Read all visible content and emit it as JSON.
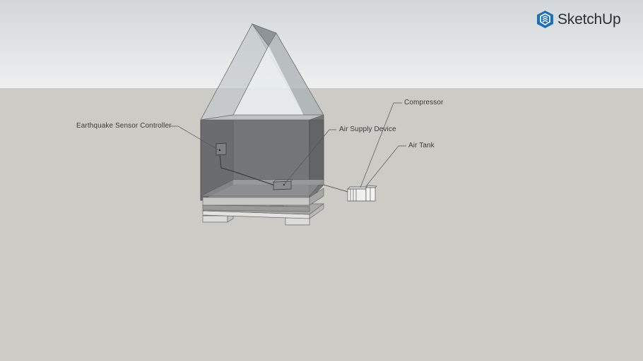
{
  "app": {
    "brand": "SketchUp",
    "brand_icon": "sketchup-logo-icon",
    "brand_color": "#1d6fb8"
  },
  "scene": {
    "sky_color_top": "#d3d7da",
    "sky_color_horizon": "#eef0f0",
    "ground_color": "#cccbc6",
    "model": "house-on-pallet-cutaway"
  },
  "annotations": [
    {
      "id": "earthquake-sensor-controller",
      "text": "Earthquake Sensor Controller"
    },
    {
      "id": "air-supply-device",
      "text": "Air Supply Device"
    },
    {
      "id": "compressor",
      "text": "Compressor"
    },
    {
      "id": "air-tank",
      "text": "Air Tank"
    }
  ]
}
